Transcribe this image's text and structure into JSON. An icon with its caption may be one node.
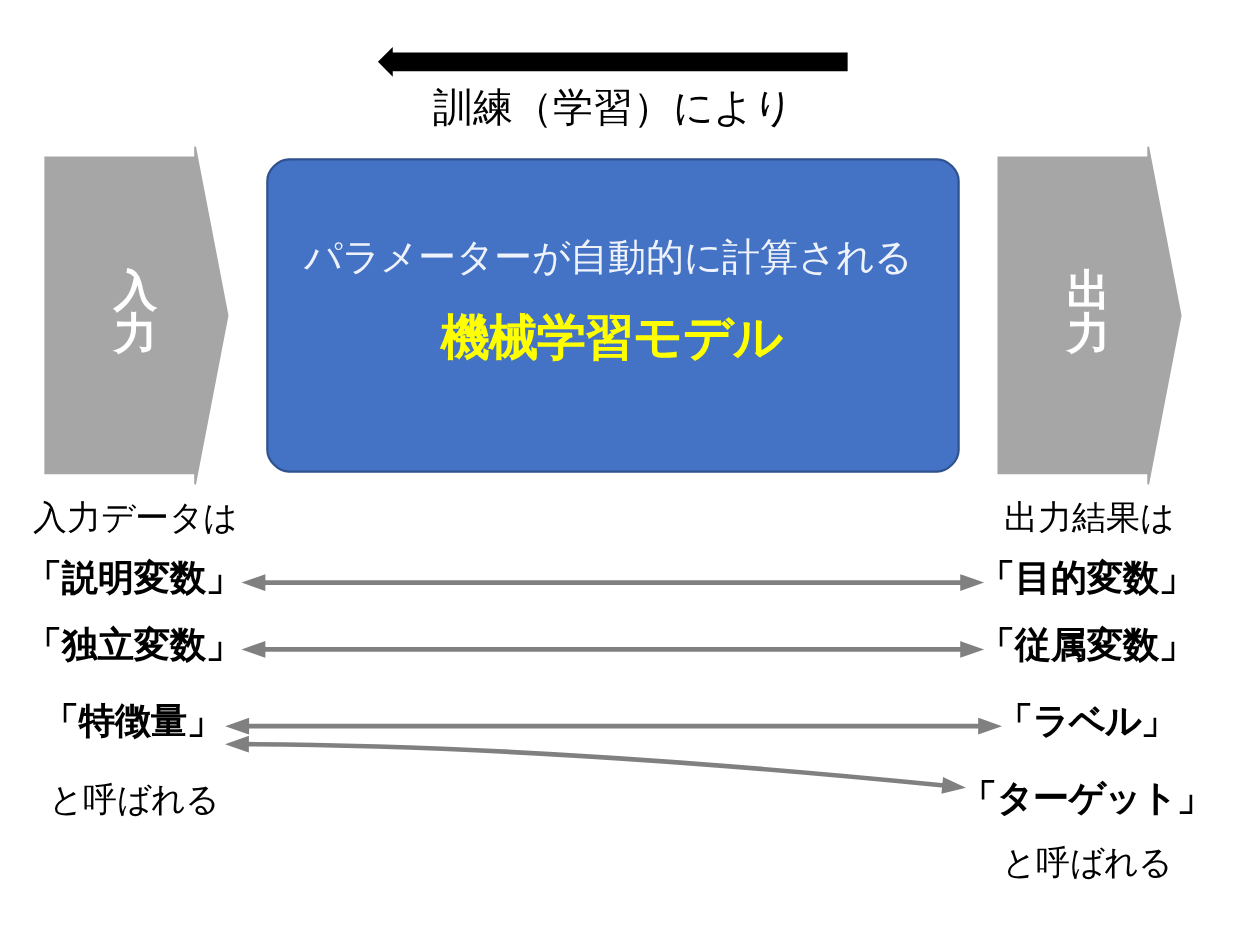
{
  "diagram": {
    "nodes": [
      {
        "text": [
          "入力"
        ]
      },
      {
        "text": [
          "パラメーターが自動的に計算される",
          "機械学習モデル"
        ]
      },
      {
        "text": [
          "出力"
        ]
      },
      {
        "text": [
          "「説明変数」"
        ]
      },
      {
        "text": [
          "「目的変数」"
        ]
      },
      {
        "text": [
          "「独立変数」"
        ]
      },
      {
        "text": [
          "「従属変数」"
        ]
      },
      {
        "text": [
          "「特徴量」"
        ]
      },
      {
        "text": [
          "「ラベル」"
        ]
      },
      {
        "text": [
          "「ターゲット」"
        ]
      }
    ],
    "edges": [
      {
        "from": 3,
        "to": 4,
        "arrow": "both"
      },
      {
        "from": 5,
        "to": 6,
        "arrow": "both"
      },
      {
        "from": 7,
        "to": 8,
        "arrow": "both"
      },
      {
        "from": 7,
        "to": 9,
        "arrow": "both"
      }
    ],
    "labels": [
      "訓練（学習）により",
      "入力データは",
      "出力結果は",
      "と呼ばれる",
      "と呼ばれる"
    ]
  }
}
